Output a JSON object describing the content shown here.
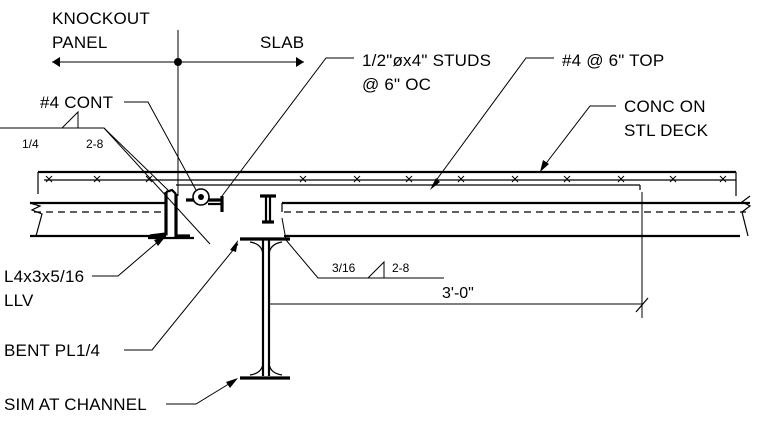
{
  "labels": {
    "knockout_line1": "KNOCKOUT",
    "knockout_line2": "PANEL",
    "slab": "SLAB",
    "studs_line1": "1/2\"øx4\" STUDS",
    "studs_line2": "@ 6\" OC",
    "top_bars": "#4 @ 6\" TOP",
    "conc_line1": "CONC ON",
    "conc_line2": "STL DECK",
    "cont_bar": "#4 CONT",
    "angle_line1": "L4x3x5/16",
    "angle_line2": "LLV",
    "bent_plate": "BENT PL1/4",
    "sim_channel": "SIM AT CHANNEL"
  },
  "welds": [
    {
      "size": "1/4",
      "length": "2-8"
    },
    {
      "size": "3/16",
      "length": "2-8"
    }
  ],
  "dimension": {
    "text": "3'-0\""
  }
}
